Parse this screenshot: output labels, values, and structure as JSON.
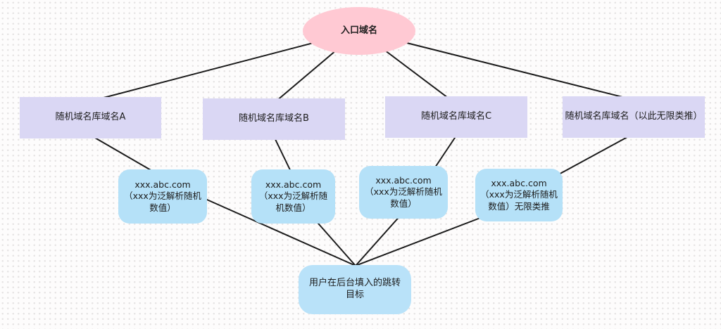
{
  "diagram": {
    "root": {
      "label": "入口域名"
    },
    "level1": [
      {
        "label": "随机域名库域名A"
      },
      {
        "label": "随机域名库域名B"
      },
      {
        "label": "随机域名库域名C"
      },
      {
        "label": "随机域名库域名（以此无限类推）"
      }
    ],
    "level2": [
      {
        "domain": "xxx.abc.com",
        "note": "（xxx为泛解析随机数值）"
      },
      {
        "domain": "xxx.abc.com",
        "note": "（xxx为泛解析随机数值）"
      },
      {
        "domain": "xxx.abc.com",
        "note": "（xxx为泛解析随机数值）"
      },
      {
        "domain": "xxx.abc.com",
        "note": "（xxx为泛解析随机数值）无限类推"
      }
    ],
    "target": {
      "label": "用户在后台填入的跳转目标"
    }
  },
  "colors": {
    "root_fill": "#ffc9d3",
    "domain_pool_fill": "#dad7f4",
    "subdomain_fill": "#b5e1f8",
    "target_fill": "#b9e2f9",
    "connector": "#1b1b1b",
    "background_dot": "#e6e4e4"
  }
}
